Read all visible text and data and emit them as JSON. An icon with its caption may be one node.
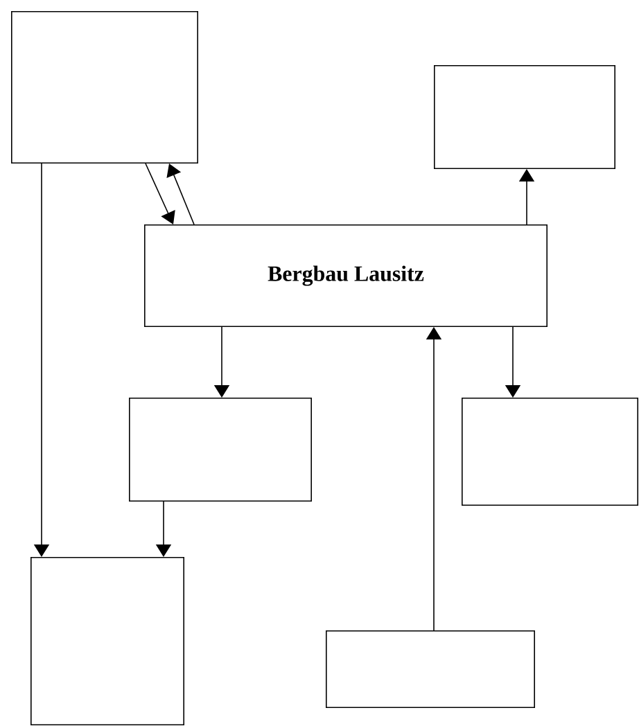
{
  "diagram": {
    "nodes": [
      {
        "text": [],
        "shape": "box"
      },
      {
        "text": [],
        "shape": "box"
      },
      {
        "text": [
          "Bergbau Lausitz"
        ]
      },
      {
        "text": [],
        "shape": "box"
      },
      {
        "text": [],
        "shape": "box"
      },
      {
        "text": [],
        "shape": "box"
      },
      {
        "text": [],
        "shape": "box"
      }
    ],
    "edges": [
      {
        "from": 0,
        "to": 2,
        "arrow": "to"
      },
      {
        "from": 2,
        "to": 0,
        "arrow": "to"
      },
      {
        "from": 0,
        "to": 5,
        "arrow": "to"
      },
      {
        "from": 2,
        "to": 1,
        "arrow": "to"
      },
      {
        "from": 2,
        "to": 3,
        "arrow": "to"
      },
      {
        "from": 2,
        "to": 4,
        "arrow": "to"
      },
      {
        "from": 3,
        "to": 5,
        "arrow": "to"
      },
      {
        "from": 6,
        "to": 2,
        "arrow": "to"
      }
    ]
  }
}
